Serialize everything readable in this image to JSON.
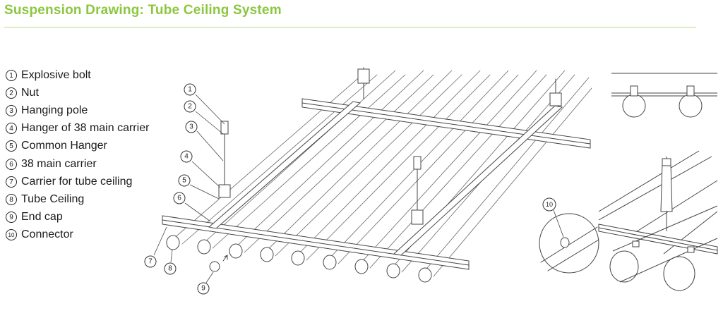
{
  "title": "Suspension Drawing: Tube Ceiling System",
  "accent_color": "#8cc63f",
  "legend": [
    {
      "num": "1",
      "label": "Explosive bolt"
    },
    {
      "num": "2",
      "label": "Nut"
    },
    {
      "num": "3",
      "label": "Hanging pole"
    },
    {
      "num": "4",
      "label": "Hanger of 38 main carrier"
    },
    {
      "num": "5",
      "label": "Common Hanger"
    },
    {
      "num": "6",
      "label": "38 main carrier"
    },
    {
      "num": "7",
      "label": "Carrier for tube ceiling"
    },
    {
      "num": "8",
      "label": "Tube Ceiling"
    },
    {
      "num": "9",
      "label": "End cap"
    },
    {
      "num": "10",
      "label": "Connector"
    }
  ]
}
